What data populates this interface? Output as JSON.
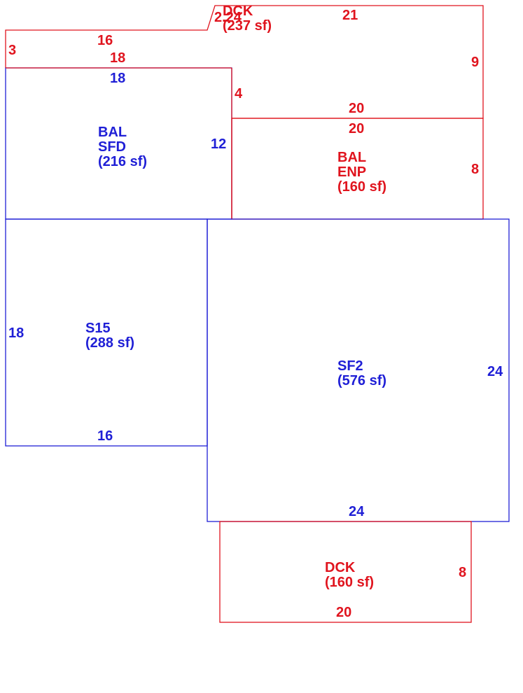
{
  "colors": {
    "red": "#e0141e",
    "blue": "#1f1fd6",
    "background": "#ffffff"
  },
  "areas": {
    "dck_top": {
      "name": "DCK",
      "area": "(237 sf)"
    },
    "bal_sfd": {
      "line1": "BAL",
      "line2": "SFD",
      "area": "(216 sf)"
    },
    "bal_enp": {
      "line1": "BAL",
      "line2": "ENP",
      "area": "(160 sf)"
    },
    "s15": {
      "name": "S15",
      "area": "(288 sf)"
    },
    "sf2": {
      "name": "SF2",
      "area": "(576 sf)"
    },
    "dck_bottom": {
      "name": "DCK",
      "area": "(160 sf)"
    }
  },
  "dimensions": {
    "dck_top_diag": "2.24",
    "dck_top_top": "21",
    "dck_top_left_top": "16",
    "dck_top_left": "3",
    "dck_top_inner": "18",
    "dck_top_right": "9",
    "dck_top_step": "4",
    "dck_top_bottom": "20",
    "bal_sfd_top": "18",
    "bal_sfd_right": "12",
    "bal_enp_top": "20",
    "bal_enp_right": "8",
    "s15_left": "18",
    "s15_bottom": "16",
    "sf2_right": "24",
    "sf2_bottom": "24",
    "dck_bottom_right": "8",
    "dck_bottom_bottom": "20"
  }
}
